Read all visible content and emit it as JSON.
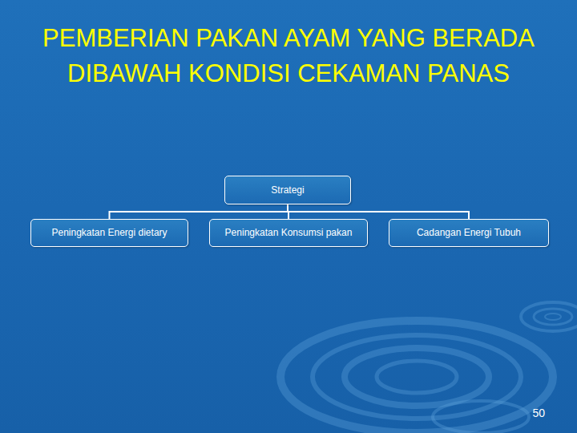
{
  "diagram": {
    "title": "PEMBERIAN PAKAN AYAM YANG BERADA DIBAWAH KONDISI CEKAMAN PANAS",
    "nodes": [
      {
        "text": [
          "Strategi"
        ]
      },
      {
        "text": [
          "Peningkatan Energi dietary"
        ]
      },
      {
        "text": [
          "Peningkatan Konsumsi pakan"
        ]
      },
      {
        "text": [
          "Cadangan Energi Tubuh"
        ]
      }
    ],
    "edges": [
      {
        "from": 0,
        "to": 1,
        "arrow": "none"
      },
      {
        "from": 0,
        "to": 2,
        "arrow": "none"
      },
      {
        "from": 0,
        "to": 3,
        "arrow": "none"
      }
    ],
    "labels": [
      "50"
    ]
  }
}
